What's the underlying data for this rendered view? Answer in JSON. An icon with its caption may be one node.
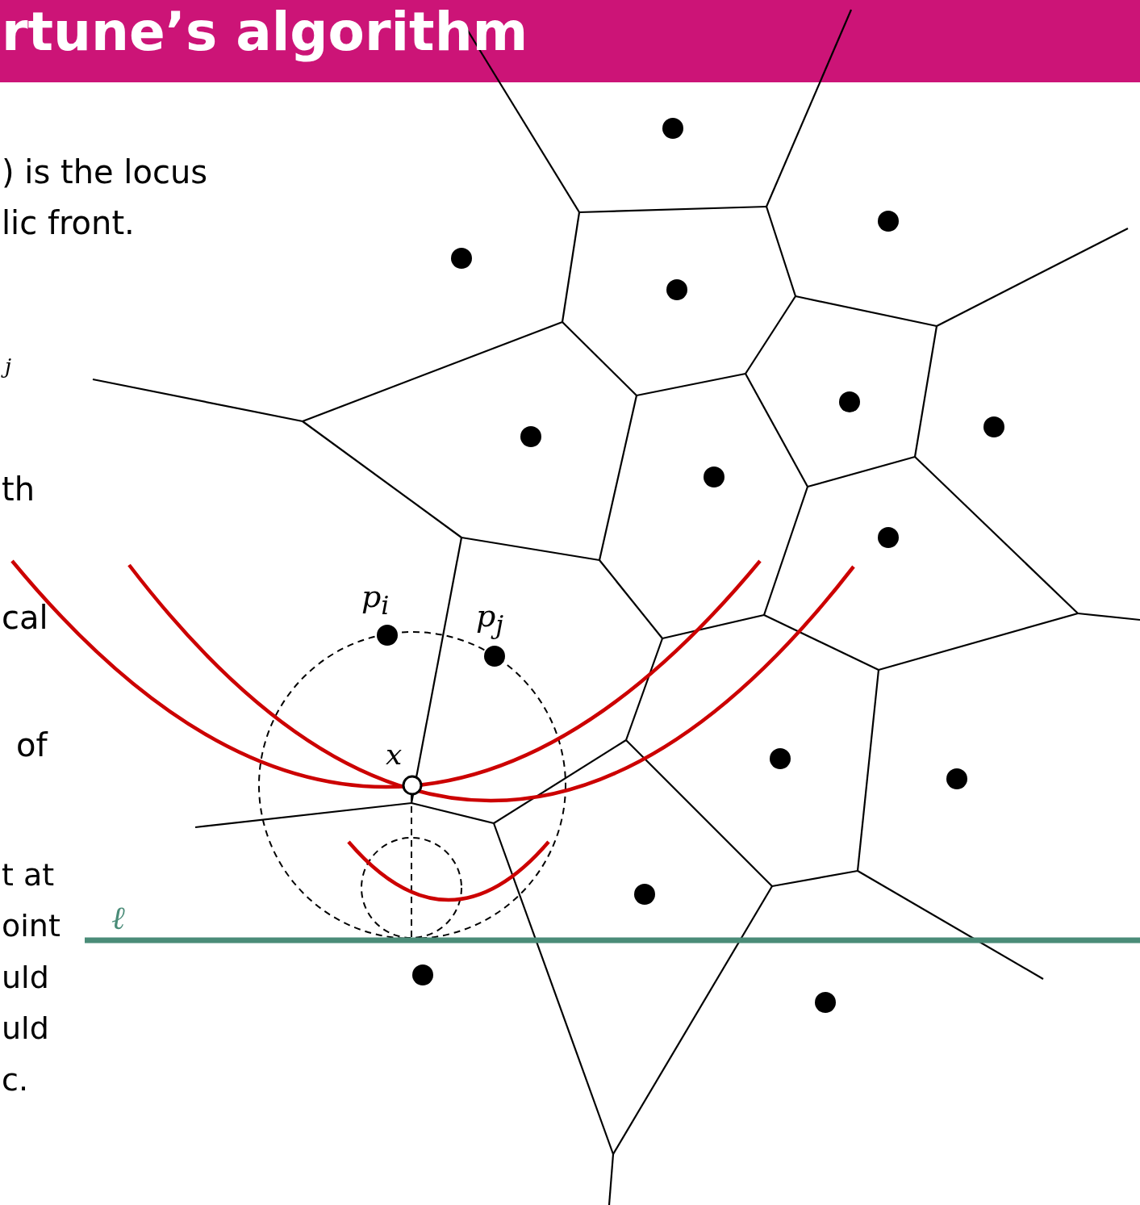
{
  "diagram": {
    "title": "rtune’s algorithm",
    "labels": [
      ") is the locus",
      "lic front.",
      "j",
      "th",
      "cal",
      "of",
      "t at",
      "oint",
      "uld",
      "uld",
      "c.",
      "p$_{i}$",
      "p$_{j}$",
      "x",
      "ℓ"
    ]
  }
}
